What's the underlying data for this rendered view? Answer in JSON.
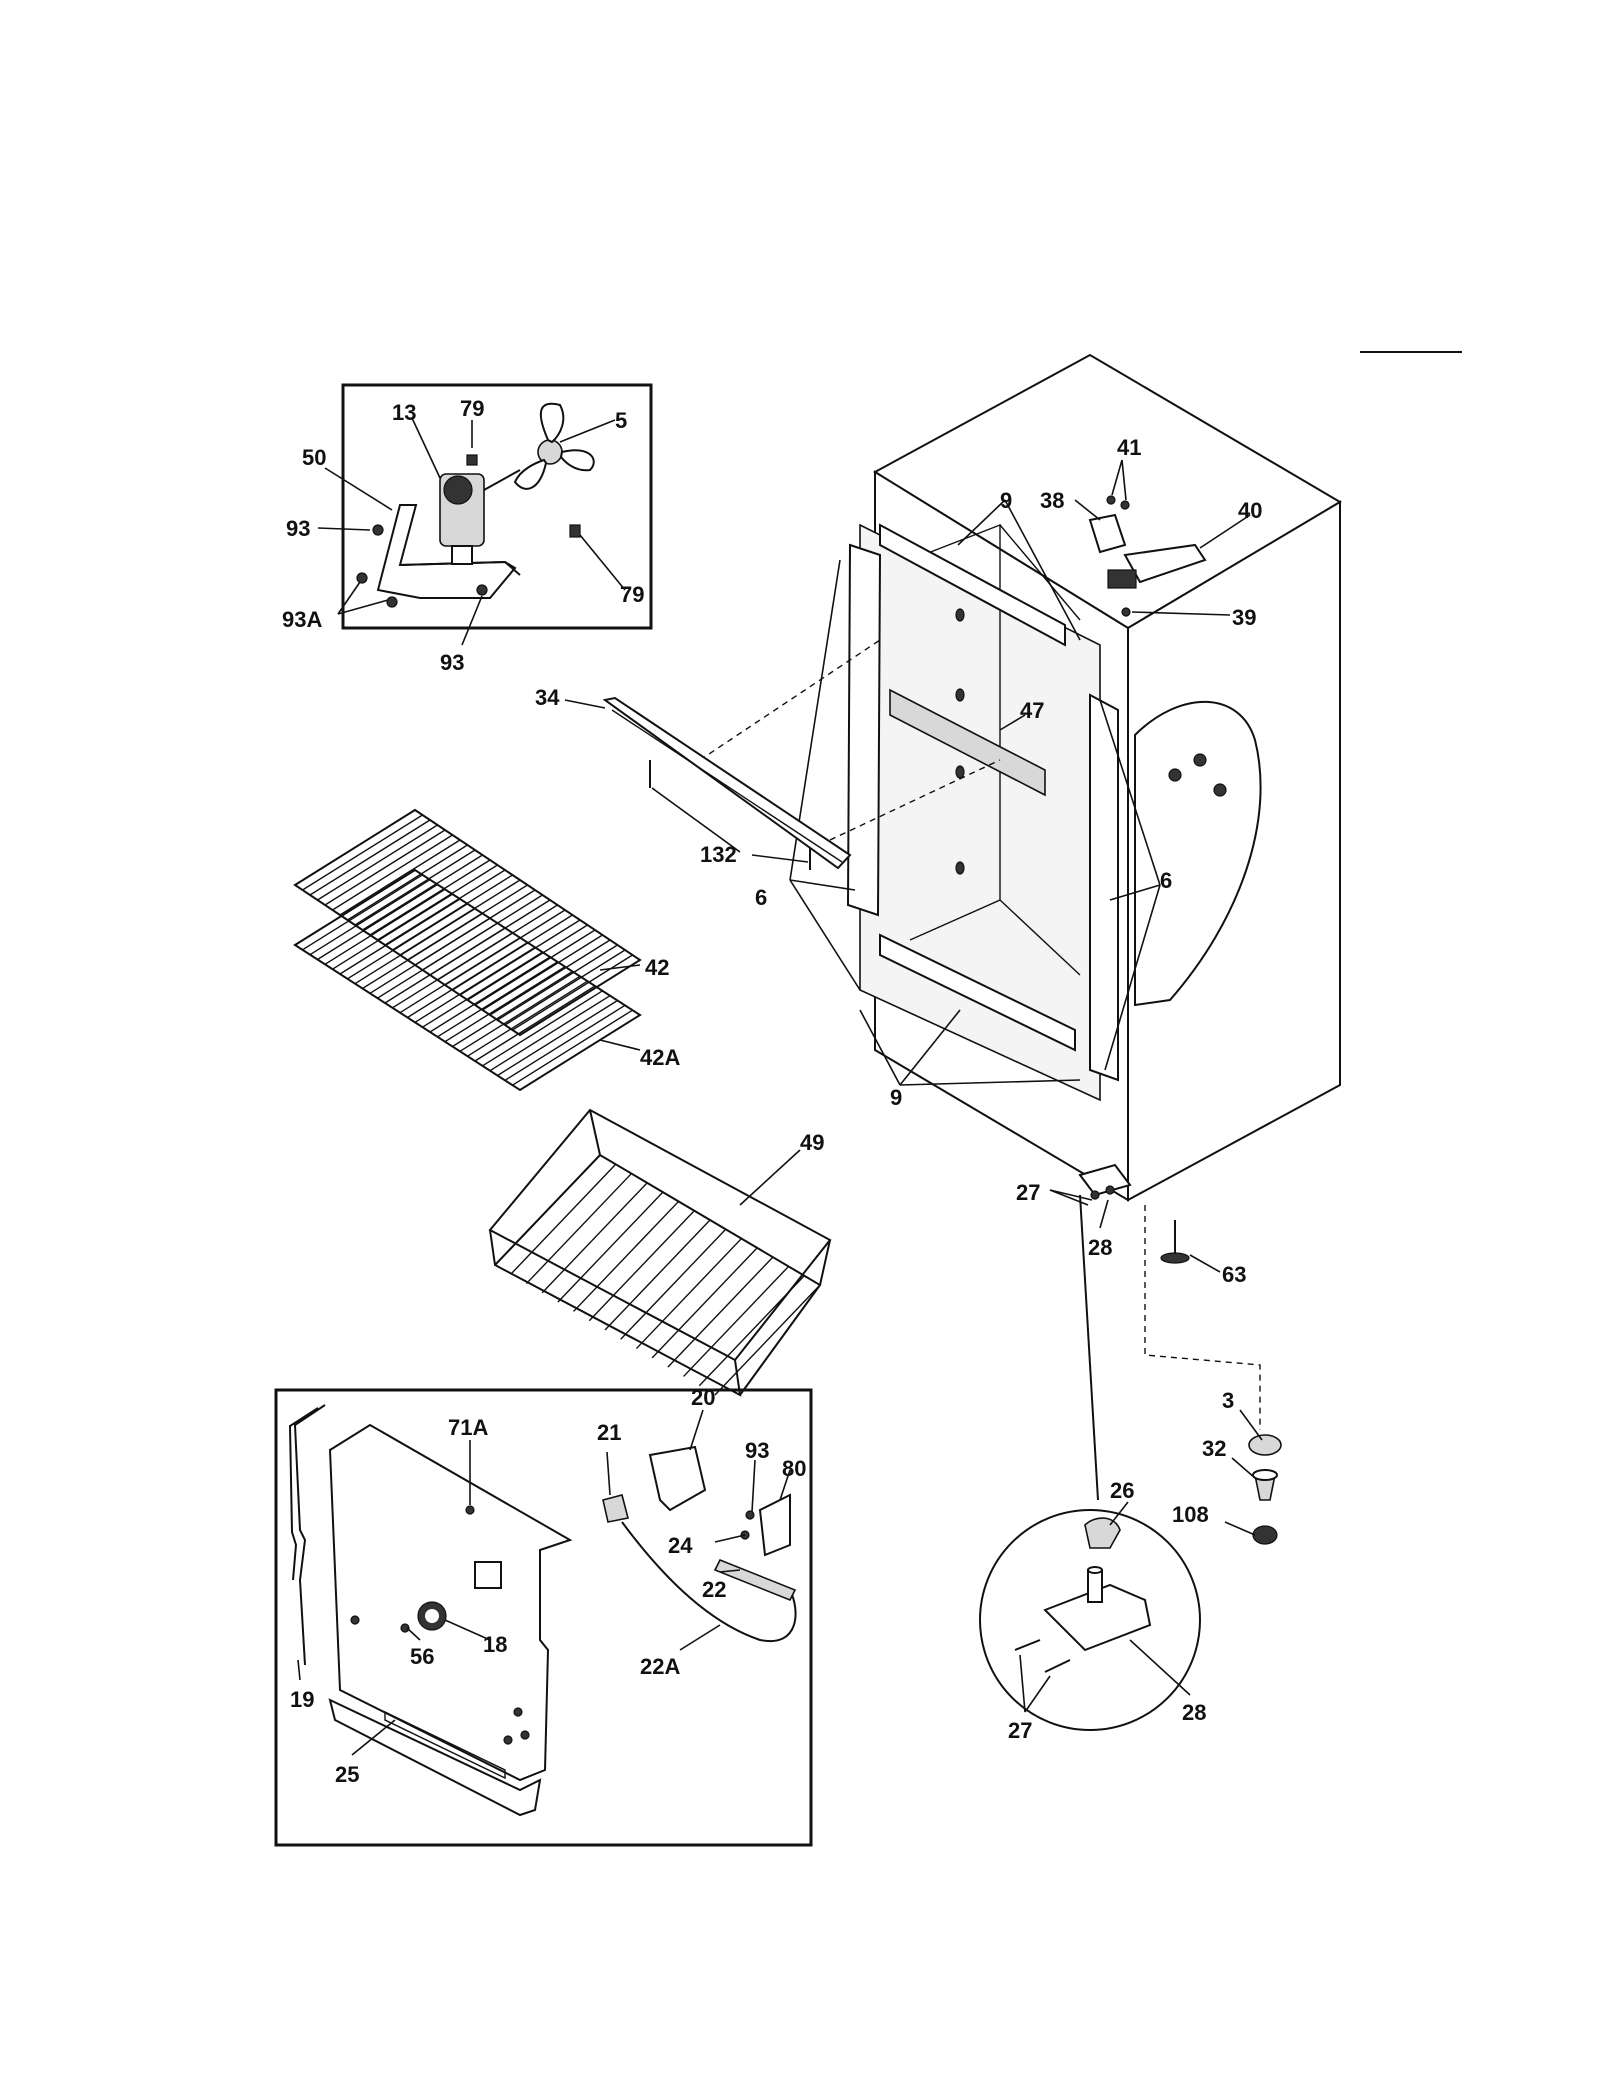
{
  "diagram": {
    "labels": {
      "l13": "13",
      "l79a": "79",
      "l5": "5",
      "l50": "50",
      "l93a": "93",
      "l93A": "93A",
      "l93b": "93",
      "l79b": "79",
      "l41": "41",
      "l38": "38",
      "l40": "40",
      "l39": "39",
      "l9a": "9",
      "l47": "47",
      "l34": "34",
      "l132": "132",
      "l6a": "6",
      "l6b": "6",
      "l9b": "9",
      "l42": "42",
      "l42A": "42A",
      "l49": "49",
      "l27a": "27",
      "l28a": "28",
      "l63": "63",
      "l3": "3",
      "l32": "32",
      "l108": "108",
      "l26": "26",
      "l28b": "28",
      "l27b": "27",
      "l71A": "71A",
      "l21": "21",
      "l20": "20",
      "l93c": "93",
      "l80": "80",
      "l24": "24",
      "l22": "22",
      "l22A": "22A",
      "l18": "18",
      "l56": "56",
      "l19": "19",
      "l25": "25"
    }
  }
}
